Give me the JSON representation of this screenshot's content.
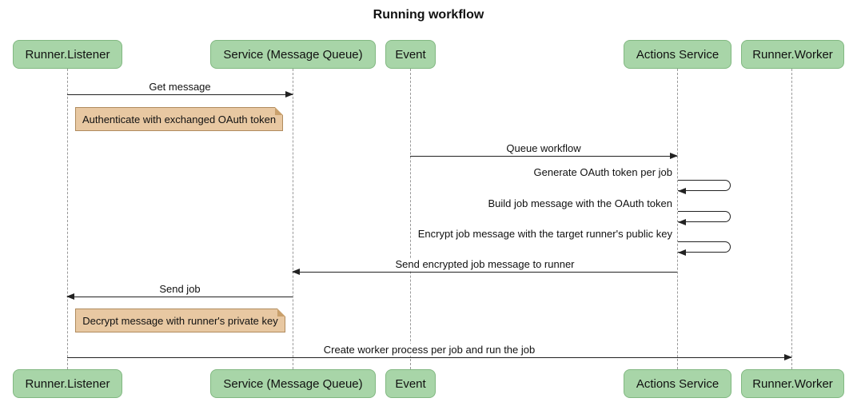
{
  "title": "Running workflow",
  "actors": [
    {
      "label": "Runner.Listener"
    },
    {
      "label": "Service (Message Queue)"
    },
    {
      "label": "Event"
    },
    {
      "label": "Actions Service"
    },
    {
      "label": "Runner.Worker"
    }
  ],
  "messages": [
    {
      "text": "Get message",
      "from": "Runner.Listener",
      "to": "Service (Message Queue)"
    },
    {
      "text": "Queue workflow",
      "from": "Event",
      "to": "Actions Service"
    },
    {
      "text": "Generate OAuth token per job",
      "from": "Actions Service",
      "to": "Actions Service"
    },
    {
      "text": "Build job message with the OAuth token",
      "from": "Actions Service",
      "to": "Actions Service"
    },
    {
      "text": "Encrypt job message with the target runner's public key",
      "from": "Actions Service",
      "to": "Actions Service"
    },
    {
      "text": "Send encrypted job message to runner",
      "from": "Actions Service",
      "to": "Service (Message Queue)"
    },
    {
      "text": "Send job",
      "from": "Service (Message Queue)",
      "to": "Runner.Listener"
    },
    {
      "text": "Create worker process per job and run the job",
      "from": "Runner.Listener",
      "to": "Runner.Worker"
    }
  ],
  "notes": [
    {
      "text": "Authenticate with exchanged OAuth token",
      "over": "Runner.Listener"
    },
    {
      "text": "Decrypt message with runner's private key",
      "over": "Runner.Listener"
    }
  ],
  "colors": {
    "actor_fill": "#a8d5a8",
    "actor_border": "#81b881",
    "note_fill": "#e8c8a2",
    "note_border": "#b08b5e",
    "message_line": "#222222",
    "lifeline": "#999999",
    "background": "#ffffff"
  }
}
